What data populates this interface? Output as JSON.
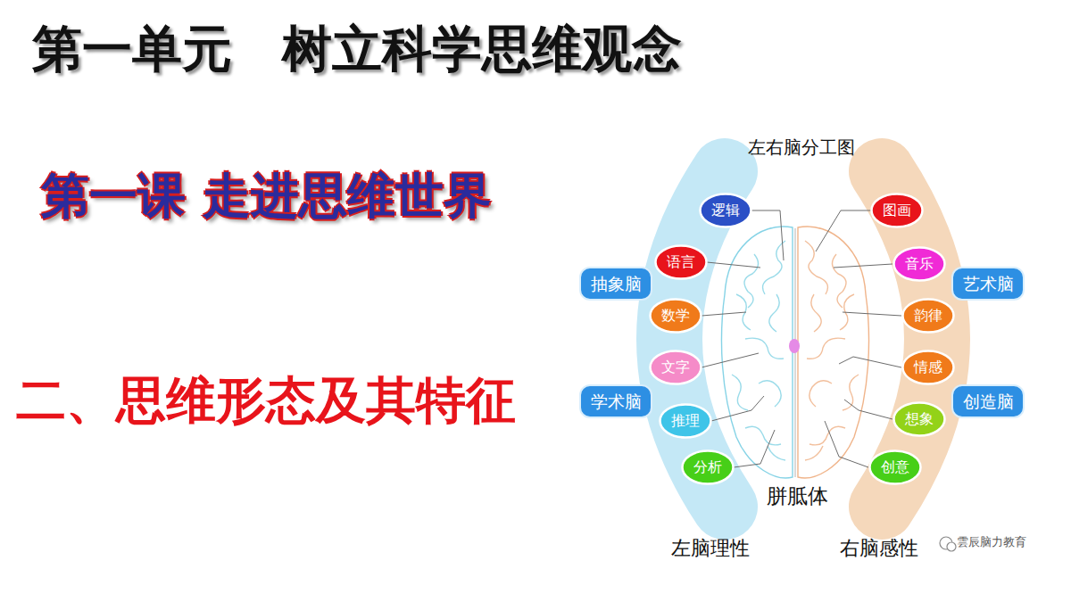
{
  "diagram": {
    "title": "第一单元　树立科学思维观念",
    "nodes": [
      {
        "text": [
          "抽象脑"
        ]
      },
      {
        "text": [
          "学术脑"
        ]
      },
      {
        "text": [
          "逻辑"
        ]
      },
      {
        "text": [
          "语言"
        ]
      },
      {
        "text": [
          "数学"
        ]
      },
      {
        "text": [
          "文字"
        ]
      },
      {
        "text": [
          "推理"
        ]
      },
      {
        "text": [
          "分析"
        ]
      },
      {
        "text": [
          "图画"
        ]
      },
      {
        "text": [
          "音乐"
        ]
      },
      {
        "text": [
          "韵律"
        ]
      },
      {
        "text": [
          "情感"
        ]
      },
      {
        "text": [
          "想象"
        ]
      },
      {
        "text": [
          "创意"
        ]
      },
      {
        "text": [
          "艺术脑"
        ]
      },
      {
        "text": [
          "创造脑"
        ]
      }
    ],
    "labels": [
      "第一课 走进思维世界",
      "二、思维形态及其特征",
      "左右脑分工图",
      "胼胝体",
      "左脑理性",
      "右脑感性",
      "雲辰脑力教育"
    ]
  }
}
